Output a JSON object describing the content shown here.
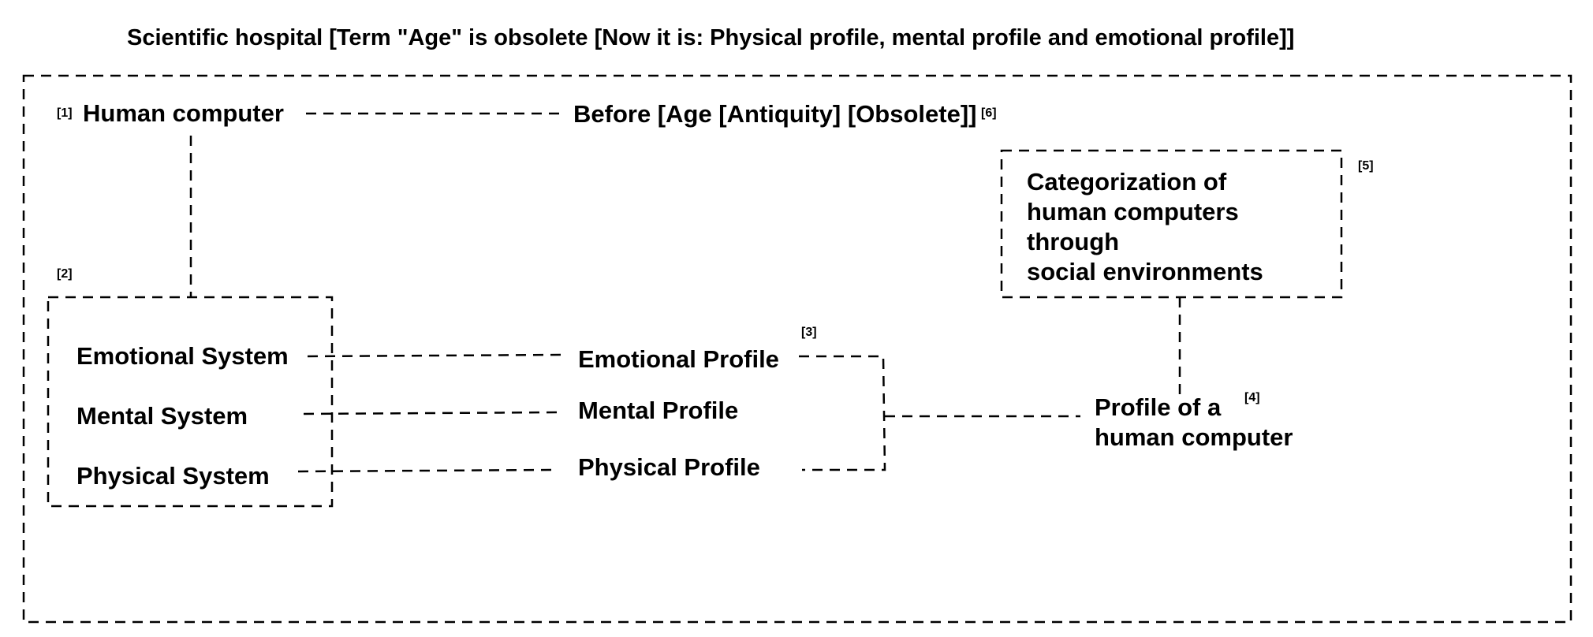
{
  "title": "Scientific hospital [Term \"Age\" is obsolete [Now it is: Physical profile, mental profile and emotional profile]]",
  "nodes": {
    "human_computer": "Human computer",
    "before_age": "Before [Age [Antiquity] [Obsolete]]",
    "categorization": "Categorization of\nhuman computers\nthrough\nsocial environments",
    "emotional_system": "Emotional System",
    "mental_system": "Mental System",
    "physical_system": "Physical System",
    "emotional_profile": "Emotional Profile",
    "mental_profile": "Mental Profile",
    "physical_profile": "Physical Profile",
    "profile_of_human_computer": "Profile of a\nhuman computer"
  },
  "notes": {
    "n1": "[1]",
    "n2": "[2]",
    "n3": "[3]",
    "n4": "[4]",
    "n5": "[5]",
    "n6": "[6]"
  },
  "colors": {
    "line": "#000000",
    "background": "#ffffff",
    "text": "#000000"
  }
}
